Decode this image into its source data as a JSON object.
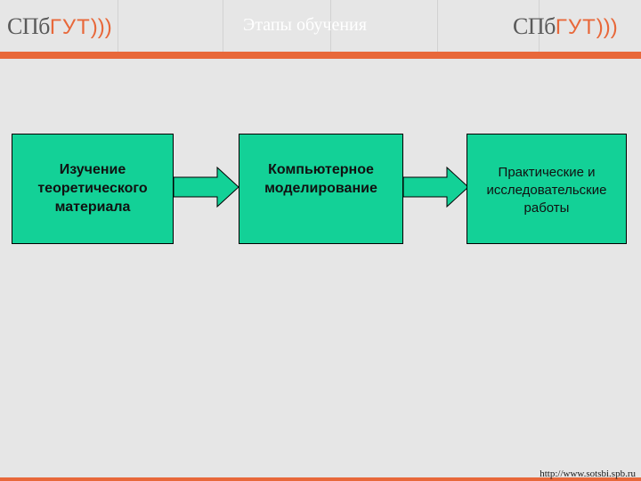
{
  "header": {
    "title": "Этапы обучения",
    "logo_left": {
      "spb": "СПб",
      "gut": "ГУТ",
      "waves": ")))"
    },
    "logo_right": {
      "spb": "СПб",
      "gut": "ГУТ",
      "waves": ")))"
    }
  },
  "steps": [
    {
      "lines": [
        "Изучение",
        "теоретического",
        "материала"
      ]
    },
    {
      "lines": [
        "Компьютерное",
        "моделирование"
      ]
    },
    {
      "lines": [
        "Практические и",
        "исследовательские",
        "работы"
      ]
    }
  ],
  "footer": {
    "url": "http://www.sotsbi.spb.ru"
  },
  "colors": {
    "accent": "#e8683a",
    "box": "#13d197",
    "background": "#e6e6e6"
  }
}
